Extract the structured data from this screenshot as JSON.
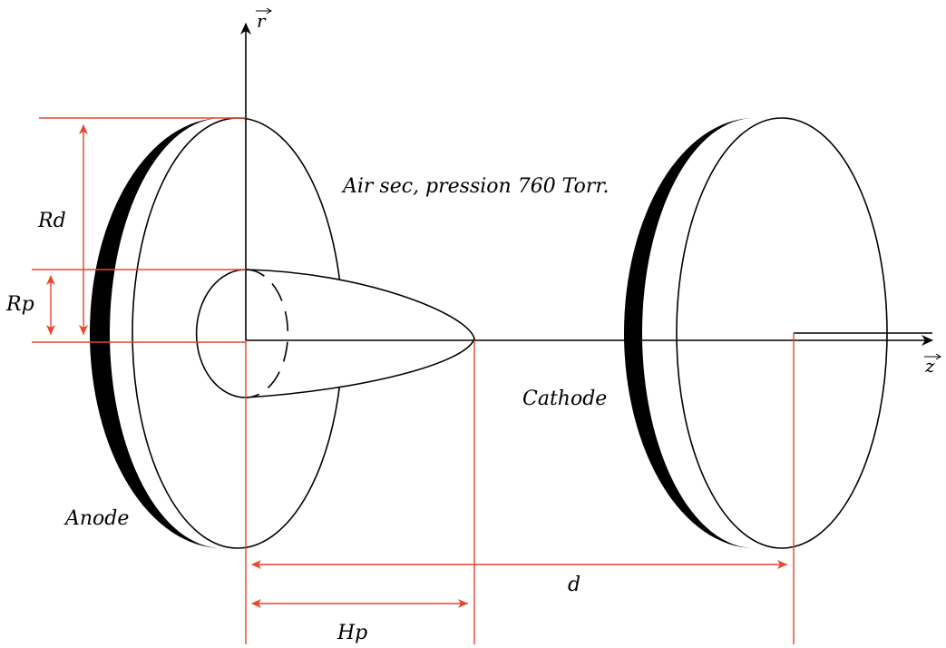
{
  "colors": {
    "dimension": "#e8452a",
    "outline": "#000000",
    "electrode_rim": "#000000",
    "fill": "#ffffff"
  },
  "axes": {
    "r_label": "r",
    "z_label": "z"
  },
  "labels": {
    "medium": "Air sec, pression 760 Torr.",
    "cathode": "Cathode",
    "anode": "Anode"
  },
  "dimensions": {
    "rd": "Rd",
    "rp": "Rp",
    "d": "d",
    "hp": "Hp"
  }
}
